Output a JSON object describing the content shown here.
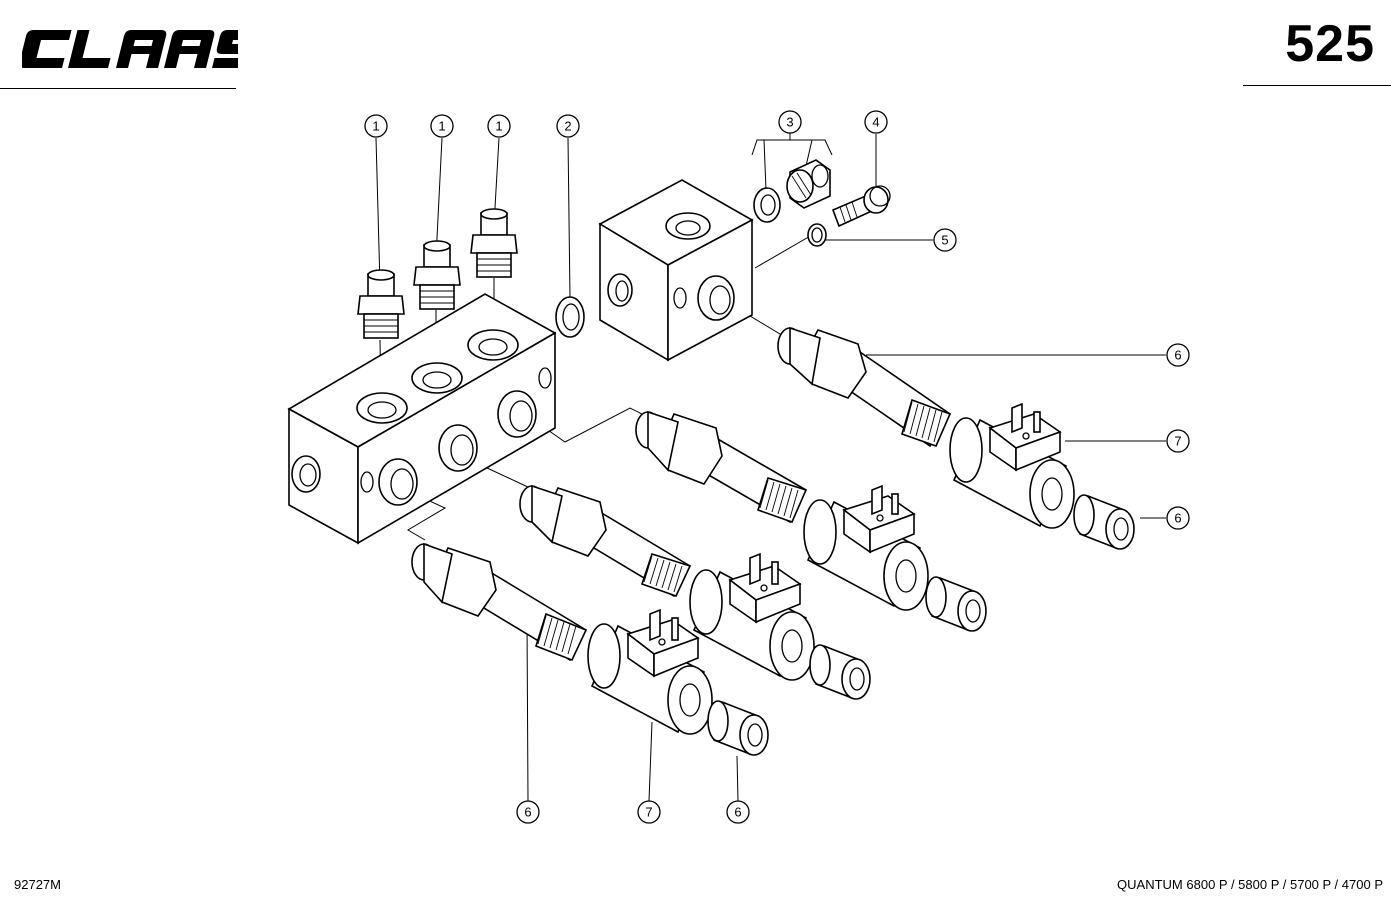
{
  "brand": {
    "logo": "CLAAS"
  },
  "page_number": "525",
  "drawing_code": "92727M",
  "model_line": "QUANTUM 6800 P / 5800 P / 5700 P / 4700 P",
  "callouts": [
    "1",
    "1",
    "1",
    "2",
    "3",
    "4",
    "5",
    "6",
    "7",
    "6",
    "6",
    "7",
    "6"
  ]
}
